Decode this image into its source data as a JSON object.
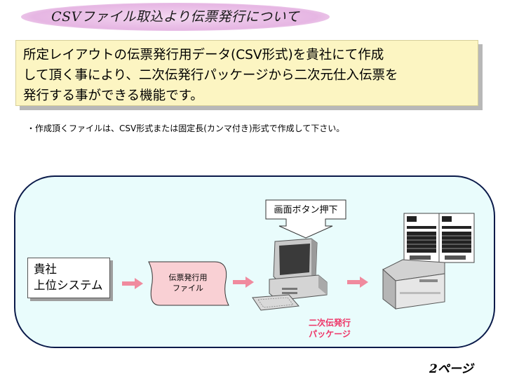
{
  "title": "CSVファイル取込より伝票発行について",
  "description": {
    "lines": [
      "所定レイアウトの伝票発行用データ(CSV形式)を貴社にて作成",
      "して頂く事により、二次伝発行パッケージから二次元仕入伝票を",
      "発行する事ができる機能です。"
    ]
  },
  "note": "・作成頂くファイルは、CSV形式または固定長(カンマ付き)形式で作成して下さい。",
  "diagram": {
    "client": {
      "line1": "貴社",
      "line2": "上位システム"
    },
    "file": {
      "line1": "伝票発行用",
      "line2": "ファイル"
    },
    "callout": "画面ボタン押下",
    "package": {
      "line1": "二次伝発行",
      "line2": "パッケージ"
    }
  },
  "page_number": "2ページ",
  "colors": {
    "arrow": "#f08a9e",
    "panel_fill": "#e9fcfc",
    "panel_border": "#0a1a4a",
    "desc_fill": "#fcf5c2",
    "title_fill": "#e6b6e3",
    "package_text": "#ee3366"
  }
}
